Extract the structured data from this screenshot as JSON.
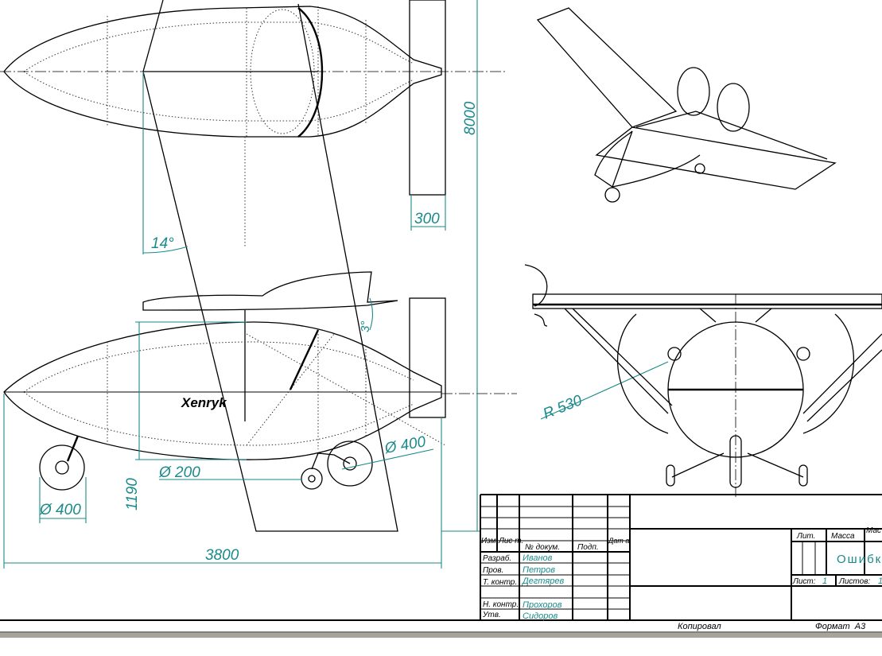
{
  "drawing": {
    "fuselage_label": "Xenryk",
    "dimensions": {
      "span": "8000",
      "tail_width": "300",
      "sweep_angle": "14°",
      "incidence_angle": "3°",
      "length": "3800",
      "height": "1190",
      "main_wheel": "Ø 400",
      "nose_wheel": "Ø 400",
      "small_wheel": "Ø 200",
      "fuselage_radius": "R 530"
    }
  },
  "title_block": {
    "headers": {
      "izm": "Изм.",
      "list": "Лис т.",
      "doc_no": "№ докум.",
      "sign": "Подп.",
      "date": "Дат а"
    },
    "roles": [
      {
        "role": "Разраб.",
        "name": "Иванов"
      },
      {
        "role": "Пров.",
        "name": "Петров"
      },
      {
        "role": "Т. контр.",
        "name": "Дегтярев"
      },
      {
        "role": "Н. контр.",
        "name": "Прохоров"
      },
      {
        "role": "Утв.",
        "name": "Сидоров"
      }
    ],
    "lit": "Лит.",
    "mass": "Масса",
    "scale": "Мас",
    "error_text": "Ошибк",
    "sheet_label": "Лист:",
    "sheet_value": "1",
    "sheets_label": "Листов:",
    "sheets_value": "1",
    "copied": "Копировал",
    "format": "Формат  А3"
  }
}
